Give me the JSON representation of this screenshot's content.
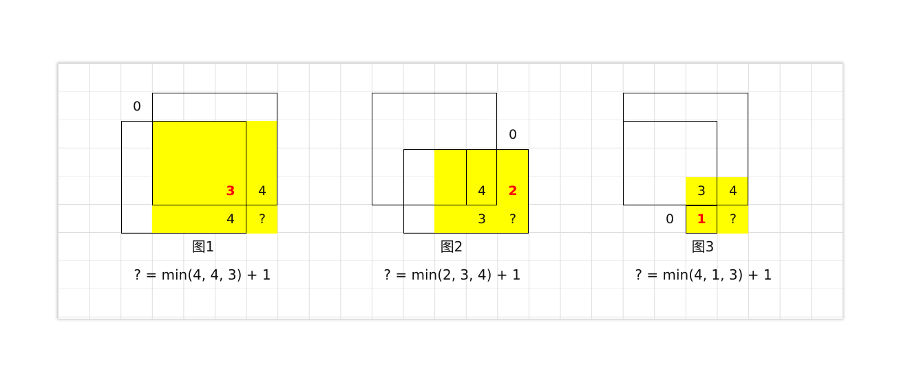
{
  "colors": {
    "highlight": "#ffff00",
    "emphasis": "#ff0000",
    "grid": "#dddddd"
  },
  "figures": [
    {
      "caption": "图1",
      "formula": "? = min(4, 4, 3) + 1",
      "labels": {
        "zero": "0",
        "top_left": "3",
        "top_right": "4",
        "bottom_left": "4",
        "target": "?"
      }
    },
    {
      "caption": "图2",
      "formula": "? = min(2, 3, 4) + 1",
      "labels": {
        "zero": "0",
        "top_left": "4",
        "top_right": "2",
        "bottom_left": "3",
        "target": "?"
      }
    },
    {
      "caption": "图3",
      "formula": "? = min(4, 1, 3) + 1",
      "labels": {
        "zero": "0",
        "top_left": "3",
        "top_right": "4",
        "bottom_left": "1",
        "target": "?"
      }
    }
  ]
}
